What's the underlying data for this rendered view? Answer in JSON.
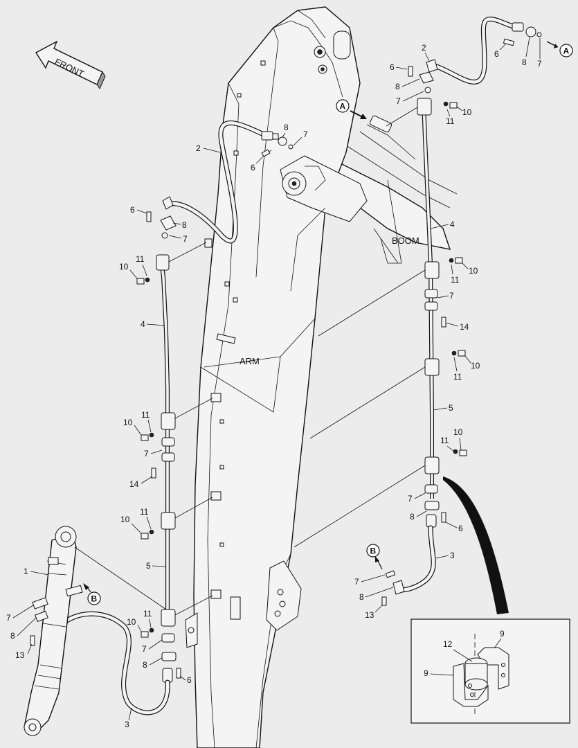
{
  "diagram": {
    "front_label": "FRONT",
    "boom_label": "BOOM",
    "arm_label": "ARM",
    "ref_a": "A",
    "ref_b": "B",
    "callouts": {
      "n1": "1",
      "n2": "2",
      "n3": "3",
      "n4": "4",
      "n5": "5",
      "n6": "6",
      "n7": "7",
      "n8": "8",
      "n9": "9",
      "n10": "10",
      "n11": "11",
      "n12": "12",
      "n13": "13",
      "n14": "14"
    }
  }
}
